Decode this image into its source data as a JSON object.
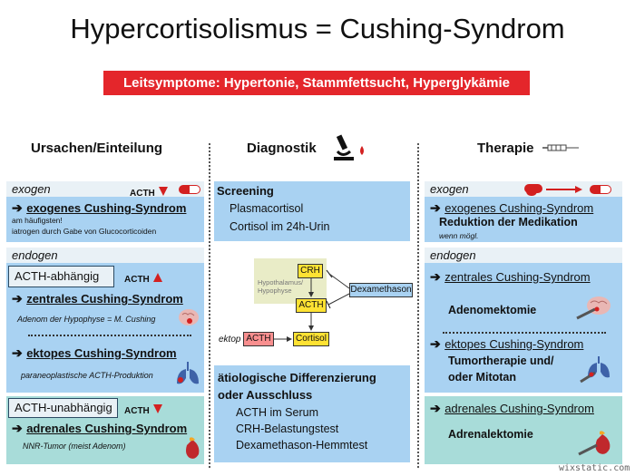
{
  "title": "Hypercortisolismus = Cushing-Syndrom",
  "lead_symptoms": "Leitsymptome: Hypertonie, Stammfettsucht, Hyperglykämie",
  "columns": {
    "causes": "Ursachen/Einteilung",
    "diagnostics": "Diagnostik",
    "therapy": "Therapie"
  },
  "causes": {
    "exogen_label": "exogen",
    "acth": "ACTH",
    "exogen_title": "exogenes Cushing-Syndrom",
    "exogen_note1": "am häufigsten!",
    "exogen_note2": "iatrogen durch Gabe von Glucocorticoiden",
    "endogen_label": "endogen",
    "dependent_label": "ACTH-abhängig",
    "central_title": "zentrales Cushing-Syndrom",
    "central_note": "Adenom der Hypophyse = M. Cushing",
    "ectopic_title": "ektopes Cushing-Syndrom",
    "ectopic_note": "paraneoplastische ACTH-Produktion",
    "independent_label": "ACTH-unabhängig",
    "adrenal_title": "adrenales Cushing-Syndrom",
    "adrenal_note": "NNR-Tumor (meist Adenom)"
  },
  "diagnostics": {
    "screening_title": "Screening",
    "screening_items": [
      "Plasmacortisol",
      "Cortisol im 24h-Urin"
    ],
    "diagram": {
      "hypothalamus": "Hypothalamus/ Hypophyse",
      "crh": "CRH",
      "acth": "ACTH",
      "cortisol": "Cortisol",
      "dexamethason": "Dexamethason",
      "ektop": "ektop",
      "ektop_acth": "ACTH"
    },
    "differential_title": "ätiologische Differenzierung oder Ausschluss",
    "differential_items": [
      "ACTH im Serum",
      "CRH-Belastungstest",
      "Dexamethason-Hemmtest"
    ]
  },
  "therapy": {
    "exogen_label": "exogen",
    "exogen_title": "exogenes Cushing-Syndrom",
    "exogen_action": "Reduktion der Medikation",
    "exogen_note": "wenn mögl.",
    "endogen_label": "endogen",
    "central_title": "zentrales Cushing-Syndrom",
    "central_action": "Adenomektomie",
    "ectopic_title": "ektopes Cushing-Syndrom",
    "ectopic_action1": "Tumortherapie und/",
    "ectopic_action2": "oder Mitotan",
    "adrenal_title": "adrenales Cushing-Syndrom",
    "adrenal_action": "Adrenalektomie"
  },
  "watermark": "wixstatic.com",
  "colors": {
    "banner_red": "#e4262b",
    "box_blue": "#a9d2f2",
    "box_teal": "#a8dcd9",
    "node_yellow": "#fee233",
    "arrow_red": "#d32020"
  }
}
